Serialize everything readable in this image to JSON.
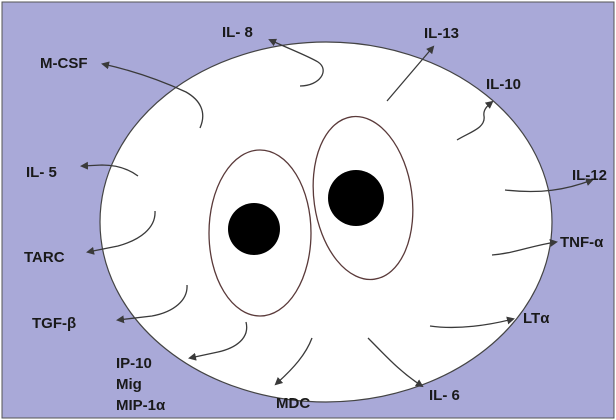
{
  "colors": {
    "background": "#a9a9d8",
    "cell_fill": "#ffffff",
    "nucleolus": "#000000",
    "arrow": "#3a3a3a",
    "text": "#1a1a1a"
  },
  "labels": {
    "il8": "IL- 8",
    "il13": "IL-13",
    "mcsf": "M-CSF",
    "il10": "IL-10",
    "il5": "IL- 5",
    "il12": "IL-12",
    "tarc": "TARC",
    "tnfa": "TNF-α",
    "tgfb": "TGF-β",
    "lta": "LTα",
    "ip10": "IP-10",
    "mig": "Mig",
    "mip1a": "MIP-1α",
    "mdc": "MDC",
    "il6": "IL- 6"
  }
}
